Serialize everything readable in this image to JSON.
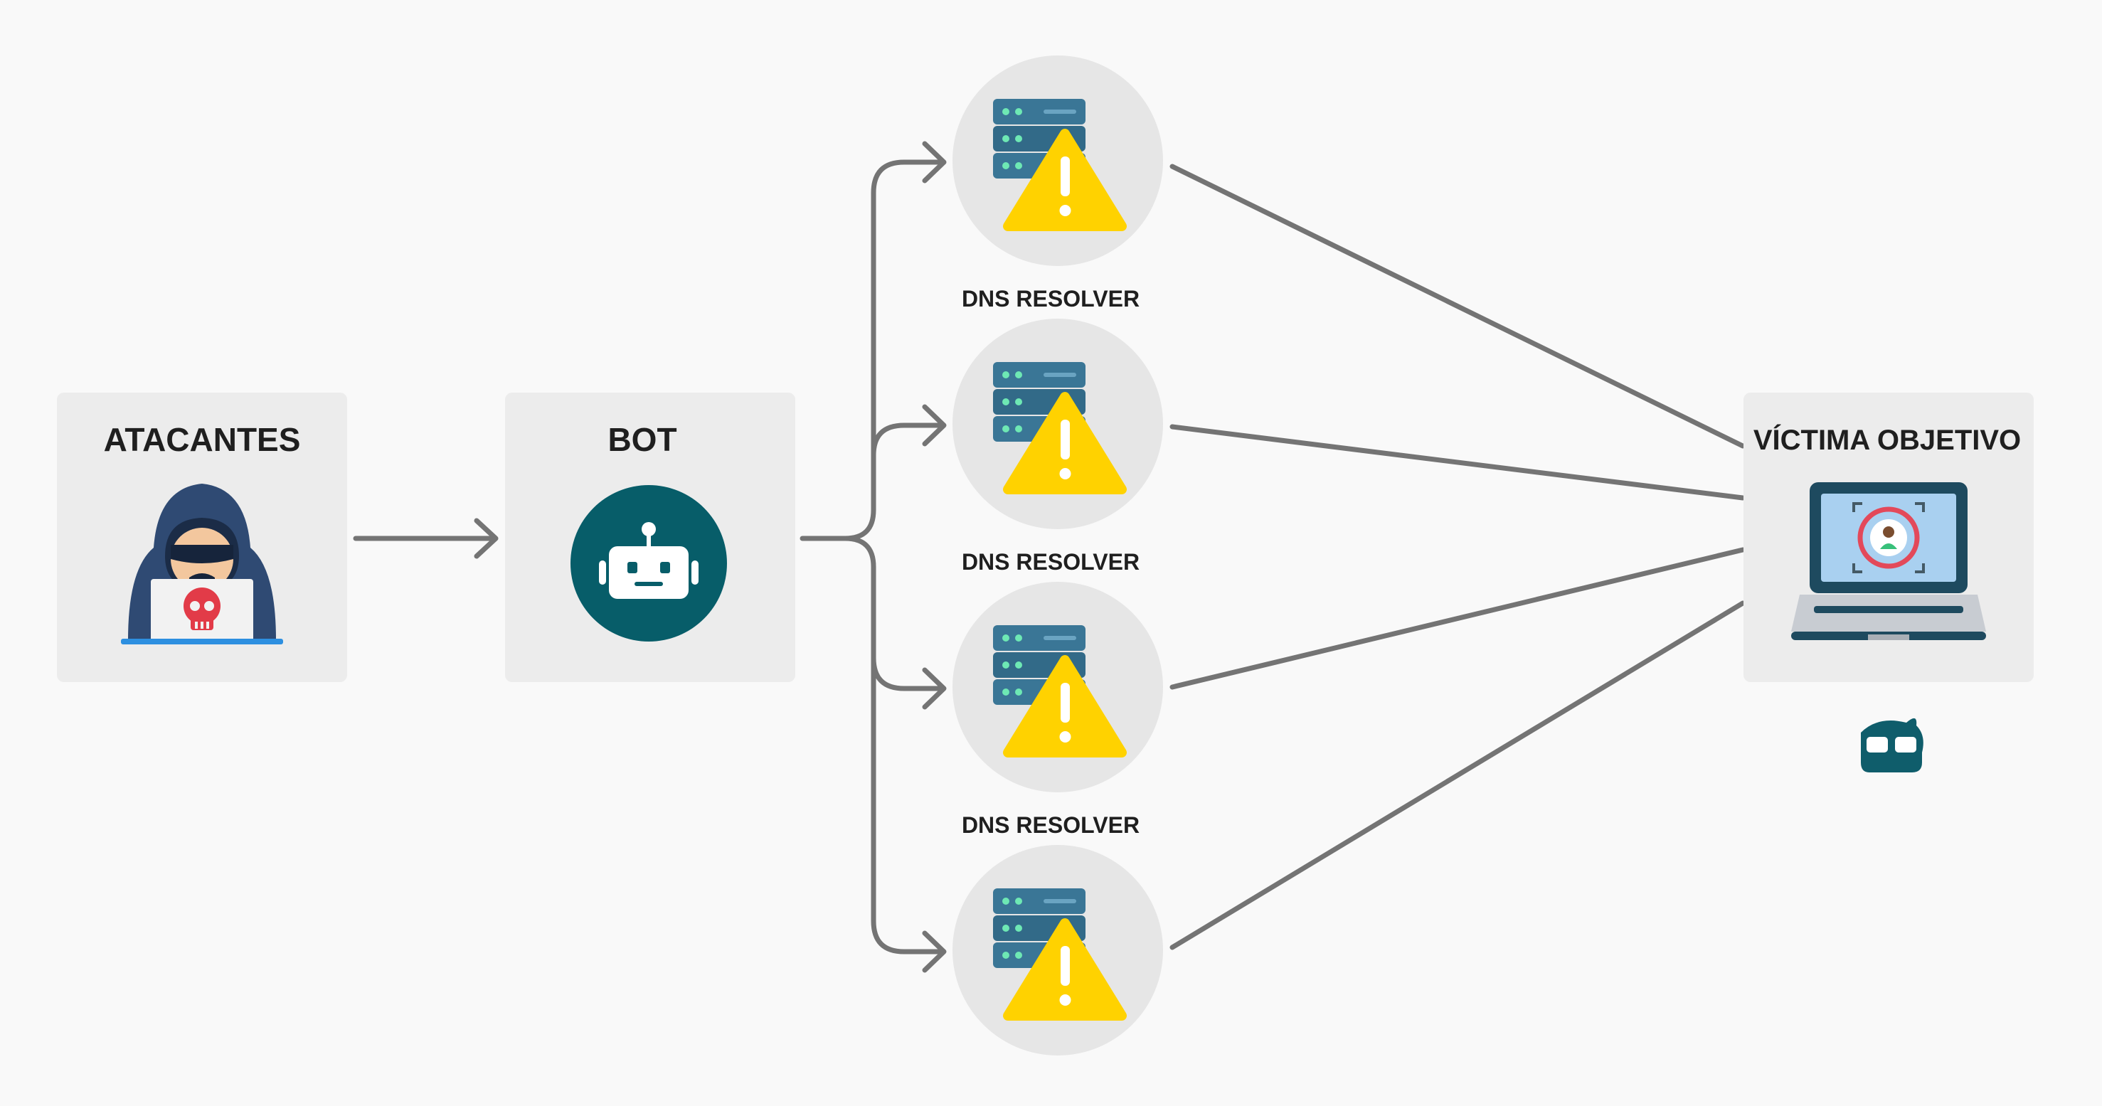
{
  "nodes": {
    "attackers": {
      "label": "ATACANTES",
      "icon": "hooded-hacker-icon"
    },
    "bot": {
      "label": "BOT",
      "icon": "robot-icon"
    },
    "resolvers": [
      {
        "label": "DNS RESOLVER",
        "icon": "server-warning-icon"
      },
      {
        "label": "DNS RESOLVER",
        "icon": "server-warning-icon"
      },
      {
        "label": "DNS RESOLVER",
        "icon": "server-warning-icon"
      },
      {
        "label": "",
        "icon": "server-warning-icon"
      }
    ],
    "victim": {
      "label": "VÍCTIMA OBJETIVO",
      "icon": "target-laptop-icon"
    }
  },
  "brand": {
    "icon": "glasses-mascot-logo-icon",
    "color": "#0f5d6b"
  },
  "colors": {
    "box_fill": "#ececec",
    "circle_fill": "#e6e6e6",
    "connector": "#747474",
    "bot_circle": "#075d69",
    "warning": "#ffd200",
    "server": "#3a7696",
    "server_led": "#6ee8b4",
    "skull": "#e23b48"
  }
}
